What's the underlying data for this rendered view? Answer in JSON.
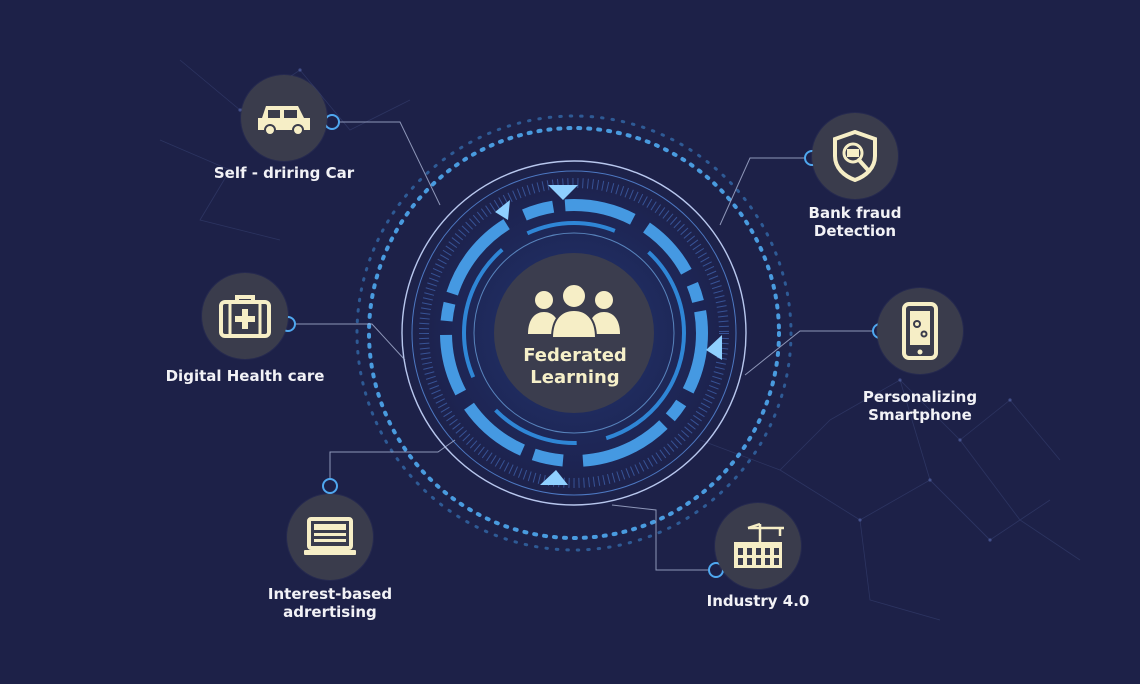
{
  "colors": {
    "background": "#1d2148",
    "accent": "#4fa8f0",
    "icon": "#f6eec6",
    "node": "#3a3c4c"
  },
  "center": {
    "label": "Federated\nLearning",
    "icon": "users-group-icon"
  },
  "applications": [
    {
      "label": "Self - driring Car",
      "icon": "car-icon"
    },
    {
      "label": "Bank fraud\nDetection",
      "icon": "fraud-shield-icon"
    },
    {
      "label": "Digital Health care",
      "icon": "medical-kit-icon"
    },
    {
      "label": "Personalizing\nSmartphone",
      "icon": "smartphone-settings-icon"
    },
    {
      "label": "Interest-based\nadrertising",
      "icon": "laptop-icon"
    },
    {
      "label": "Industry 4.0",
      "icon": "factory-icon"
    }
  ]
}
